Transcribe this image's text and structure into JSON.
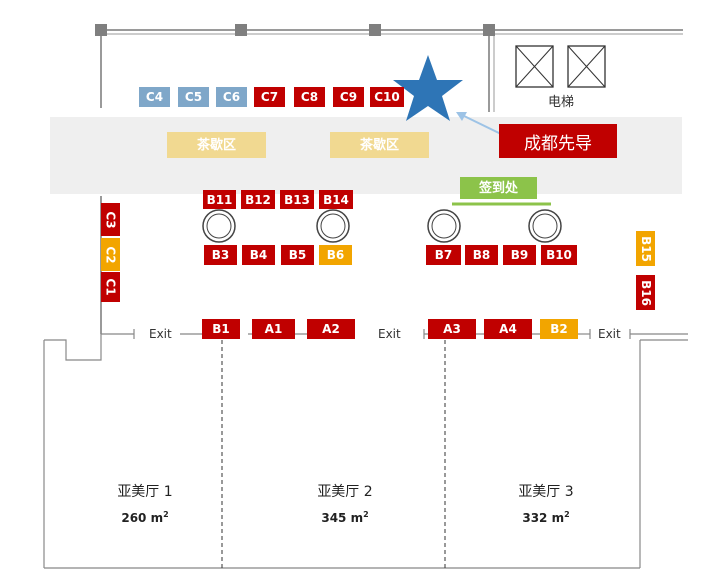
{
  "legend_sponsor": "成都先导",
  "elevator_label": "电梯",
  "tea_areas": [
    "茶歇区",
    "茶歇区"
  ],
  "checkin_label": "签到处",
  "exit_label": "Exit",
  "booths": {
    "c_top": [
      "C4",
      "C5",
      "C6",
      "C7",
      "C8",
      "C9",
      "C10"
    ],
    "b_upper_left": [
      "B11",
      "B12",
      "B13",
      "B14"
    ],
    "b_lower_left": [
      "B3",
      "B4",
      "B5",
      "B6"
    ],
    "b_right": [
      "B7",
      "B8",
      "B9",
      "B10"
    ],
    "c_side": [
      "C3",
      "C2",
      "C1"
    ],
    "b_side": [
      "B15",
      "B16"
    ],
    "front_left": [
      "B1",
      "A1",
      "A2"
    ],
    "front_right": [
      "A3",
      "A4",
      "B2"
    ]
  },
  "halls": [
    {
      "name": "亚美厅 1",
      "area": "260 m",
      "unit_sup": "2"
    },
    {
      "name": "亚美厅 2",
      "area": "345 m",
      "unit_sup": "2"
    },
    {
      "name": "亚美厅 3",
      "area": "332 m",
      "unit_sup": "2"
    }
  ],
  "colors": {
    "red": "#c00000",
    "blue": "#7fa7c9",
    "orange": "#f2a500",
    "tea": "#f1d991",
    "green": "#8cc34a",
    "star": "#2e75b6"
  }
}
